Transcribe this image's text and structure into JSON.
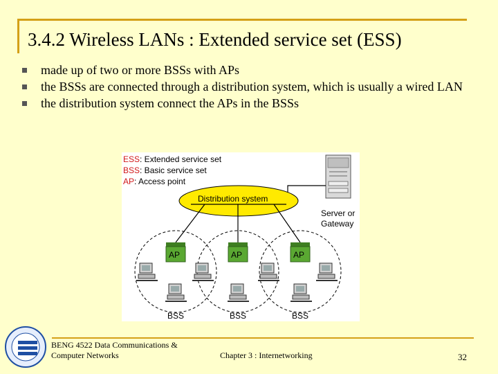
{
  "slide": {
    "title": "3.4.2 Wireless LANs : Extended service set (ESS)",
    "bullets": [
      "made up of two or more BSSs with APs",
      "the BSSs are connected through a distribution system, which is usually a wired LAN",
      "the distribution system connect the APs in the BSSs"
    ]
  },
  "diagram": {
    "legend": [
      {
        "abbr": "ESS",
        "text": ": Extended service set",
        "color": "#d11919"
      },
      {
        "abbr": "BSS",
        "text": ": Basic service set",
        "color": "#d11919"
      },
      {
        "abbr": "AP",
        "text": ": Access point",
        "color": "#d11919"
      }
    ],
    "distribution_label": "Distribution system",
    "server_label_1": "Server or",
    "server_label_2": "Gateway",
    "ap_label": "AP",
    "bss_label": "BSS",
    "colors": {
      "distribution": "#ffea00",
      "ap": "#5aa832",
      "legend_abbr": "#d11919"
    }
  },
  "footer": {
    "course_line1": "BENG 4522 Data Communications &",
    "course_line2": "Computer Networks",
    "chapter": "Chapter 3 : Internetworking",
    "page": "32"
  },
  "colors": {
    "background": "#ffffcc",
    "rule": "#d4a017"
  }
}
